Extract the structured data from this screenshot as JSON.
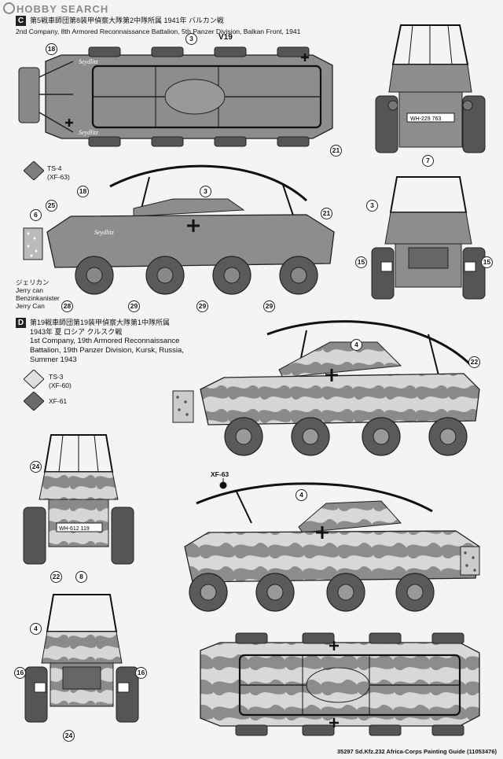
{
  "logo": {
    "text": "HOBBY SEARCH"
  },
  "sections": {
    "c": {
      "badge": "C",
      "title_jp": "第5戦車師団第8装甲偵察大隊第2中隊所属 1941年 バルカン戦",
      "title_en": "2nd Company, 8th Armored Reconnaissance Battalion, 5th Panzer Division, Balkan Front, 1941",
      "marking": "V19",
      "paints": [
        {
          "code": "TS-4",
          "sub": "(XF-63)"
        }
      ],
      "jerry_can": {
        "jp": "ジェリカン",
        "en1": "Jerry can",
        "de": "Benzinkanister",
        "en2": "Jerry Can"
      },
      "plate": "WH-229 763",
      "vehicle_name": "Seydlitz"
    },
    "d": {
      "badge": "D",
      "title_jp_1": "第19戦車師団第19装甲偵察大隊第1中隊所属",
      "title_jp_2": "1943年 夏 ロシア クルスク戦",
      "title_en_1": "1st Company, 19th Armored Reconnaissance",
      "title_en_2": "Battalion, 19th Panzer Division, Kursk, Russia,",
      "title_en_3": "Summer 1943",
      "paints": [
        {
          "code": "TS-3",
          "sub": "(XF-60)"
        },
        {
          "code": "XF-61",
          "sub": ""
        }
      ],
      "extra_paint": "XF-63",
      "plate": "WH-612 119"
    }
  },
  "callouts": {
    "c_top": [
      "18",
      "3",
      "21"
    ],
    "c_side": [
      "18",
      "3",
      "21",
      "25",
      "6",
      "28",
      "29",
      "29",
      "29"
    ],
    "c_front": [
      "7"
    ],
    "c_rear": [
      "3",
      "15",
      "15"
    ],
    "d_side1": [
      "4",
      "22"
    ],
    "d_front": [
      "24",
      "22",
      "8"
    ],
    "d_side2": [
      "4"
    ],
    "d_rear": [
      "4",
      "16",
      "16",
      "24"
    ]
  },
  "footer": "35297  Sd.Kfz.232 Africa-Corps Painting Guide (11053476)"
}
